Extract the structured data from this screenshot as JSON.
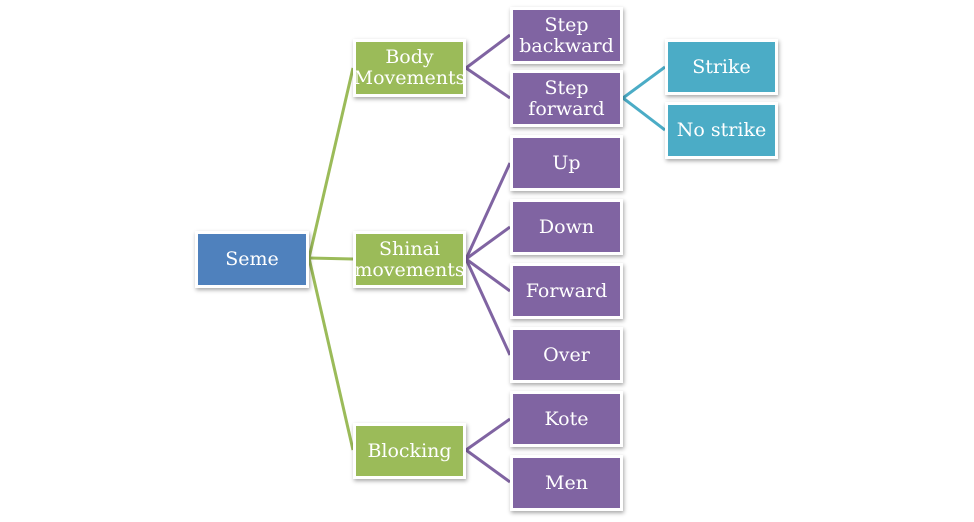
{
  "colors": {
    "root": "#4f81bd",
    "level1": "#9bbb59",
    "level2": "#8064a2",
    "level3": "#4bacc6"
  },
  "tree": {
    "root": "Seme",
    "body_movements": {
      "label": "Body\nMovements",
      "step_backward": "Step\nbackward",
      "step_forward": {
        "label": "Step\nforward",
        "strike": "Strike",
        "no_strike": "No strike"
      }
    },
    "shinai_movements": {
      "label": "Shinai\nmovements",
      "up": "Up",
      "down": "Down",
      "forward": "Forward",
      "over": "Over"
    },
    "blocking": {
      "label": "Blocking",
      "kote": "Kote",
      "men": "Men"
    }
  }
}
